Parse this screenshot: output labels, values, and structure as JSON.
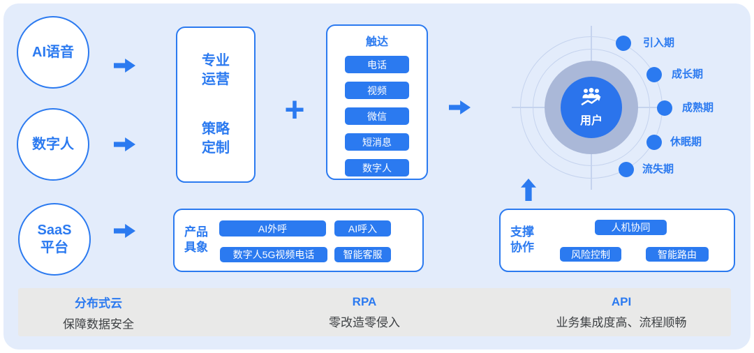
{
  "colors": {
    "accent_blue": "#2b7af0",
    "panel_background": "#e3ecfb",
    "center_circle_blue": "#2b74ec",
    "donut_ring_gray_blue": "#aab8d8",
    "bottom_bar_background": "#e9e9e8",
    "dark_text": "#3e4144",
    "box_background": "#ffffff"
  },
  "inputs": [
    {
      "label": "AI语音"
    },
    {
      "label": "数字人"
    },
    {
      "label": "SaaS\n平台"
    }
  ],
  "operation_box": {
    "top_label": "专业\n运营",
    "bottom_label": "策略\n定制"
  },
  "plus_sign": "+",
  "touch_box": {
    "title": "触达",
    "channels": [
      "电话",
      "视频",
      "微信",
      "短消息",
      "数字人"
    ]
  },
  "user_lifecycle": {
    "center_label": "用户",
    "center_icon": "users-growth-icon",
    "stages": [
      "引入期",
      "成长期",
      "成熟期",
      "休眠期",
      "流失期"
    ]
  },
  "product_box": {
    "label": "产品\n具象",
    "items": [
      "AI外呼",
      "AI呼入",
      "数字人5G视频电话",
      "智能客服"
    ]
  },
  "support_box": {
    "label": "支撑\n协作",
    "items": [
      "人机协同",
      "风险控制",
      "智能路由"
    ]
  },
  "bottom_bar": {
    "columns": [
      {
        "title": "分布式云",
        "subtitle": "保障数据安全"
      },
      {
        "title": "RPA",
        "subtitle": "零改造零侵入"
      },
      {
        "title": "API",
        "subtitle": "业务集成度高、流程顺畅"
      }
    ]
  }
}
